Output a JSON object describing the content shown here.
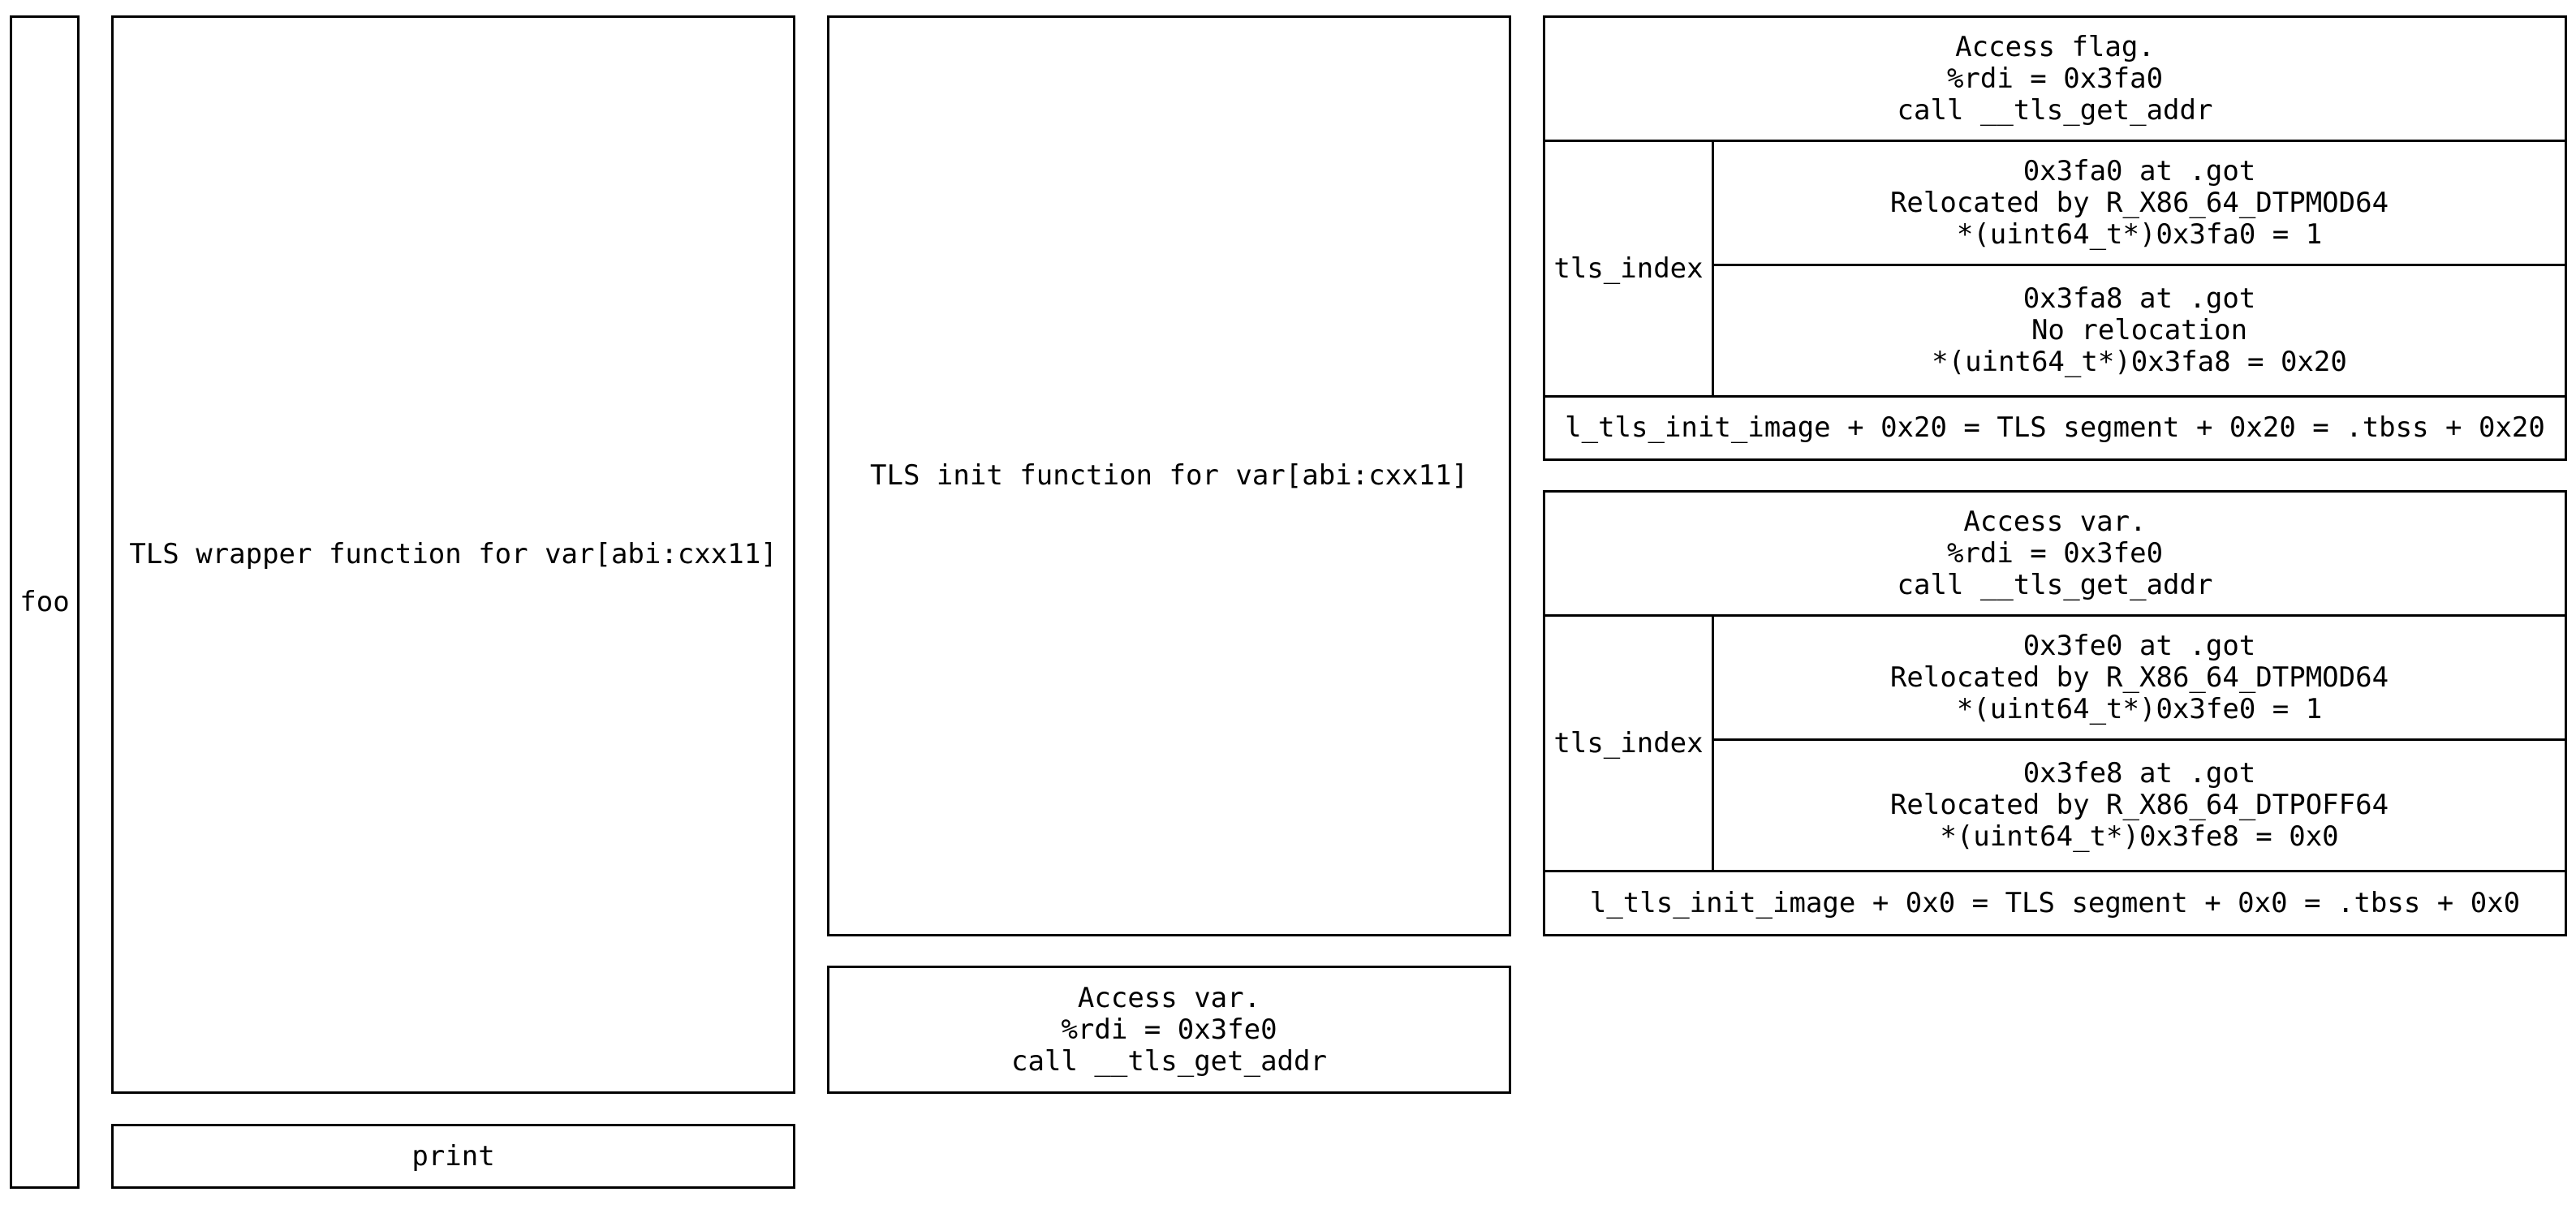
{
  "stack": {
    "foo": "foo",
    "wrapper": "TLS wrapper function for var[abi:cxx11]",
    "print": "print",
    "init": "TLS init function for var[abi:cxx11]",
    "init_access": {
      "line1": "Access var.",
      "line2": "%rdi = 0x3fe0",
      "line3": "call __tls_get_addr"
    }
  },
  "flag_group": {
    "access": {
      "line1": "Access flag.",
      "line2": "%rdi = 0x3fa0",
      "line3": "call __tls_get_addr"
    },
    "tls_index_label": "tls_index",
    "module_entry": {
      "line1": "0x3fa0 at .got",
      "line2": "Relocated by R_X86_64_DTPMOD64",
      "line3": "*(uint64_t*)0x3fa0 = 1"
    },
    "offset_entry": {
      "line1": "0x3fa8 at .got",
      "line2": "No relocation",
      "line3": "*(uint64_t*)0x3fa8 = 0x20"
    },
    "address": "l_tls_init_image + 0x20 = TLS segment + 0x20 = .tbss + 0x20"
  },
  "var_group": {
    "access": {
      "line1": "Access var.",
      "line2": "%rdi = 0x3fe0",
      "line3": "call __tls_get_addr"
    },
    "tls_index_label": "tls_index",
    "module_entry": {
      "line1": "0x3fe0 at .got",
      "line2": "Relocated by R_X86_64_DTPMOD64",
      "line3": "*(uint64_t*)0x3fe0 = 1"
    },
    "offset_entry": {
      "line1": "0x3fe8 at .got",
      "line2": "Relocated by R_X86_64_DTPOFF64",
      "line3": "*(uint64_t*)0x3fe8 = 0x0"
    },
    "address": "l_tls_init_image + 0x0 = TLS segment + 0x0 = .tbss + 0x0"
  }
}
